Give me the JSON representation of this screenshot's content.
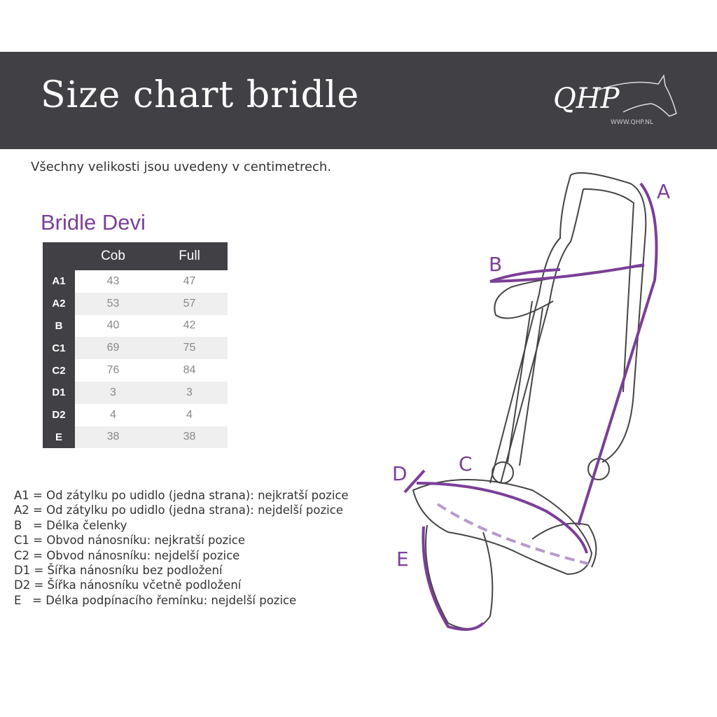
{
  "header": {
    "title": "Size chart bridle",
    "logo_text": "QHP",
    "logo_url": "WWW.QHP.NL"
  },
  "subtitle": "Všechny velikosti jsou uvedeny v centimetrech.",
  "table": {
    "title": "Bridle Devi",
    "columns": [
      "Cob",
      "Full"
    ],
    "rows": [
      {
        "label": "A1",
        "cob": "43",
        "full": "47"
      },
      {
        "label": "A2",
        "cob": "53",
        "full": "57"
      },
      {
        "label": "B",
        "cob": "40",
        "full": "42"
      },
      {
        "label": "C1",
        "cob": "69",
        "full": "75"
      },
      {
        "label": "C2",
        "cob": "76",
        "full": "84"
      },
      {
        "label": "D1",
        "cob": "3",
        "full": "3"
      },
      {
        "label": "D2",
        "cob": "4",
        "full": "4"
      },
      {
        "label": "E",
        "cob": "38",
        "full": "38"
      }
    ]
  },
  "legend": [
    "A1 = Od zátylku po udidlo (jedna strana): nejkratší pozice",
    "A2 = Od zátylku po udidlo (jedna strana): nejdelší pozice",
    "B   = Délka čelenky",
    "C1 = Obvod nánosníku: nejkratší pozice",
    "C2 = Obvod nánosníku: nejdelší pozice",
    "D1 = Šířka nánosníku bez podložení",
    "D2 = Šířka nánosníku včetně podložení",
    "E   = Délka podpínacího řemínku: nejdelší pozice"
  ],
  "diagram_labels": {
    "a": "A",
    "b": "B",
    "c": "C",
    "d": "D",
    "e": "E"
  },
  "colors": {
    "banner": "#414045",
    "accent": "#7b3f98"
  }
}
